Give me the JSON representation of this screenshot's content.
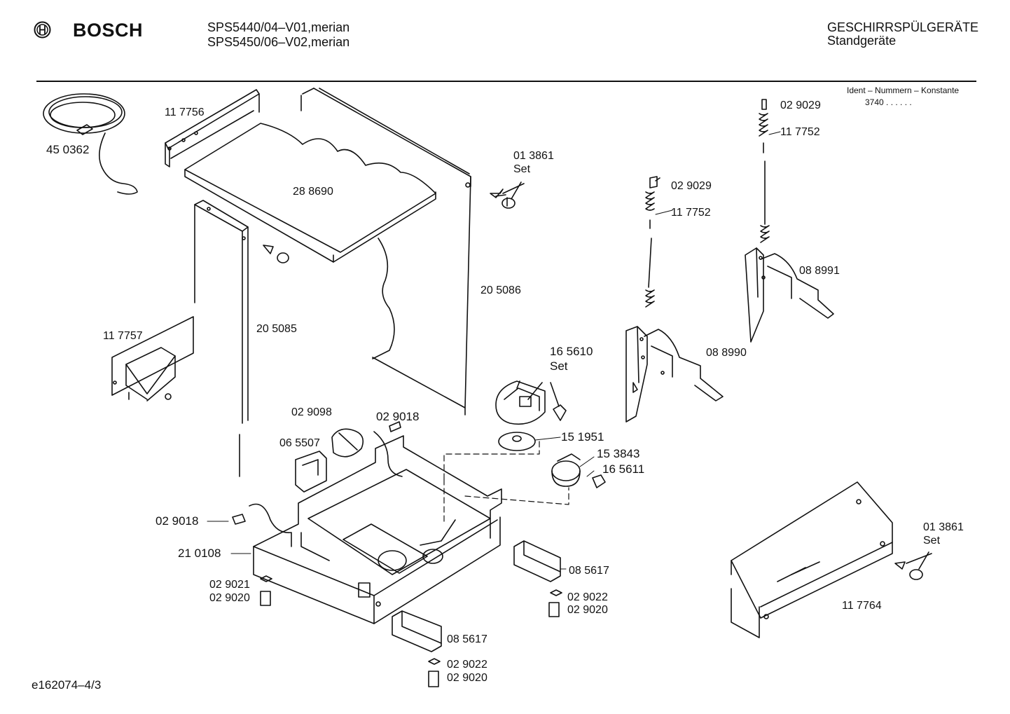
{
  "header": {
    "brand": "BOSCH",
    "model_line_1": "SPS5440/04–V01,merian",
    "model_line_2": "SPS5450/06–V02,merian",
    "category": "GESCHIRRSPÜLGERÄTE",
    "subcategory": "Standgeräte"
  },
  "ident": {
    "title": "Ident – Nummern – Konstante",
    "value": "3740 . . . . . ."
  },
  "footer": {
    "code": "e162074–4/3"
  },
  "parts": {
    "p450362": "45 0362",
    "p117756": "11 7756",
    "p288690": "28 8690",
    "p205085": "20 5085",
    "p205086": "20 5086",
    "p117757": "11 7757",
    "p013861_top": "01 3861",
    "set_top": "Set",
    "p029029_a": "02 9029",
    "p117752_a": "11 7752",
    "p029029_b": "02 9029",
    "p117752_b": "11 7752",
    "p088991": "08 8991",
    "p088990": "08 8990",
    "p165610": "16 5610",
    "set_mid": "Set",
    "p029098": "02 9098",
    "p029018_top": "02 9018",
    "p065507": "06 5507",
    "p151951": "15 1951",
    "p153843": "15 3843",
    "p165611": "16 5611",
    "p029018_left": "02 9018",
    "p210108": "21 0108",
    "p029021": "02 9021",
    "p029020_left": "02 9020",
    "p085617_right": "08 5617",
    "p029022_right": "02 9022",
    "p029020_right": "02 9020",
    "p085617_bottom": "08 5617",
    "p029022_bottom": "02 9022",
    "p029020_bottom": "02 9020",
    "p013861_right": "01 3861",
    "set_right": "Set",
    "p117764": "11 7764"
  }
}
